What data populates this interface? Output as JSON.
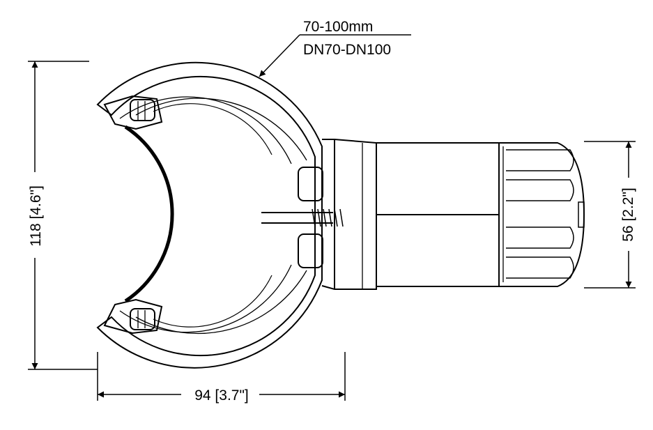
{
  "labels": {
    "pipe_range_mm": "70-100mm",
    "pipe_range_dn": "DN70-DN100",
    "height_dim": "118 [4.6\"]",
    "width_dim": "94 [3.7\"]",
    "body_dim": "56 [2.2\"]"
  }
}
